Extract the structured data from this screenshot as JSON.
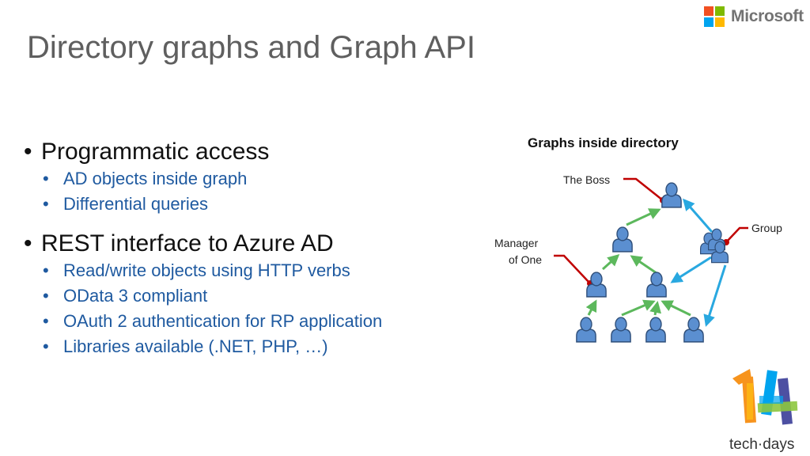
{
  "slide": {
    "title": "Directory graphs and Graph API",
    "brand": "Microsoft",
    "brand_colors": [
      "#f25022",
      "#7fba00",
      "#00a4ef",
      "#ffb900"
    ],
    "bullet_glyph": "•"
  },
  "bullets": [
    {
      "text": "Programmatic access",
      "sub": [
        "AD objects inside graph",
        "Differential queries"
      ]
    },
    {
      "text": "REST interface to Azure AD",
      "sub": [
        "Read/write objects using HTTP verbs",
        "OData 3 compliant",
        "OAuth 2 authentication for RP application",
        "Libraries available (.NET, PHP, …)"
      ]
    }
  ],
  "diagram": {
    "title": "Graphs inside directory",
    "labels": {
      "boss": "The Boss",
      "group": "Group",
      "manager_line1": "Manager",
      "manager_line2": "of One"
    },
    "colors": {
      "person": "#5b8fd0",
      "person_outline": "#2f4f7a",
      "manager_arrow": "#5cb85c",
      "group_arrow": "#29a8e0",
      "callout": "#c00000"
    },
    "icons": [
      "user-icon",
      "group-icon"
    ]
  },
  "event_logo": {
    "number": "14",
    "text": "tech·days",
    "colors": [
      "#f7941d",
      "#00a4ef",
      "#8dc63f",
      "#2e3192"
    ]
  }
}
